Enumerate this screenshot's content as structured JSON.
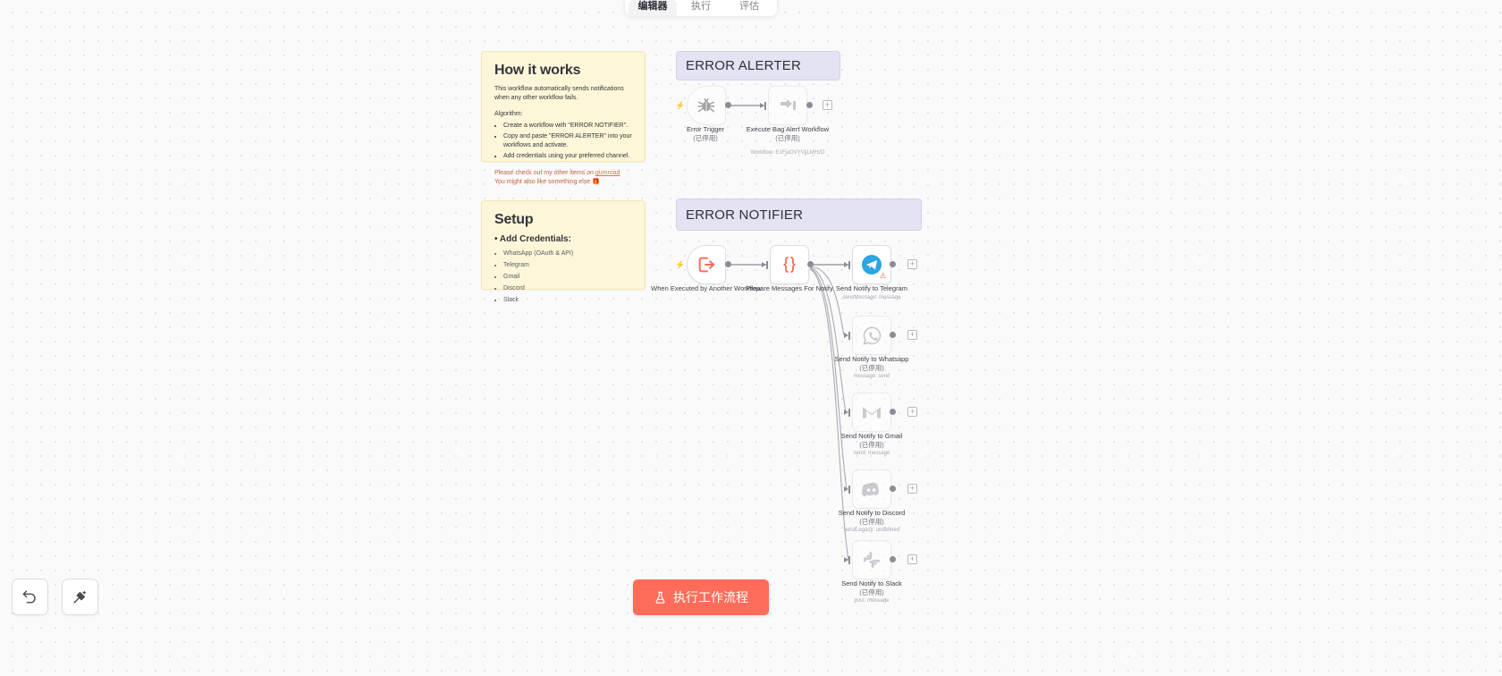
{
  "tabs": [
    {
      "label": "编辑器",
      "active": true
    },
    {
      "label": "执行",
      "active": false
    },
    {
      "label": "评估",
      "active": false
    }
  ],
  "notes": {
    "how": {
      "title": "How it works",
      "intro": "This workflow automatically sends notifications when any other workflow fails.",
      "algorithm_label": "Algorithm:",
      "steps": [
        "Create a workflow with \"ERROR NOTIFIER\".",
        "Copy and paste \"ERROR ALERTER\" into your workflows and activate.",
        "Add credentials using your preferred channel."
      ],
      "footer_line1_pre": "Please check out my other items on ",
      "footer_link": "gumroad",
      "footer_line2": "You might also like something else 🎁"
    },
    "setup": {
      "title": "Setup",
      "subtitle": "Add Credentials:",
      "credentials": [
        "WhatsApp (OAuth & API)",
        "Telegram",
        "Gmail",
        "Discord",
        "Slack"
      ]
    }
  },
  "groups": {
    "alerter": "ERROR ALERTER",
    "notifier": "ERROR NOTIFIER"
  },
  "alerter_nodes": [
    {
      "id": "error-trigger",
      "name": "Error Trigger",
      "status": "(已停用)",
      "sub": "",
      "icon": "bug-icon"
    },
    {
      "id": "execute-bag-alert-workflow",
      "name": "Execute Bag Alert Workflow",
      "status": "(已停用)",
      "sub": "Workflow: E1FjuOVYVjjLMHzD",
      "icon": "execute-workflow-icon"
    }
  ],
  "notifier_nodes": [
    {
      "id": "when-executed-by-another-workflow",
      "name": "When Executed by Another Workflow",
      "status": "",
      "sub": "",
      "icon": "execute-trigger-icon"
    },
    {
      "id": "prepare-messages-for-notify",
      "name": "Prepare Messages For Notify",
      "status": "",
      "sub": "",
      "icon": "code-braces-icon"
    },
    {
      "id": "send-notify-to-telegram",
      "name": "Send Notify to Telegram",
      "status": "",
      "sub": "sendMessage: message",
      "icon": "telegram-icon",
      "warning": true
    },
    {
      "id": "send-notify-to-whatsapp",
      "name": "Send Notify to Whatsapp",
      "status": "(已停用)",
      "sub": "message: send",
      "icon": "whatsapp-icon",
      "disabled": true
    },
    {
      "id": "send-notify-to-gmail",
      "name": "Send Notify to Gmail",
      "status": "(已停用)",
      "sub": "send: message",
      "icon": "gmail-icon",
      "disabled": true
    },
    {
      "id": "send-notify-to-discord",
      "name": "Send Notify to Discord",
      "status": "(已停用)",
      "sub": "sendLegacy: undefined",
      "icon": "discord-icon",
      "disabled": true
    },
    {
      "id": "send-notify-to-slack",
      "name": "Send Notify to Slack",
      "status": "(已停用)",
      "sub": "post: message",
      "icon": "slack-icon",
      "disabled": true
    }
  ],
  "toolbar": {
    "undo_label": "undo-icon",
    "tidy_label": "tidy-up-icon"
  },
  "execute": {
    "label": "执行工作流程",
    "icon": "flask-icon",
    "color": "#ff6d5a"
  }
}
